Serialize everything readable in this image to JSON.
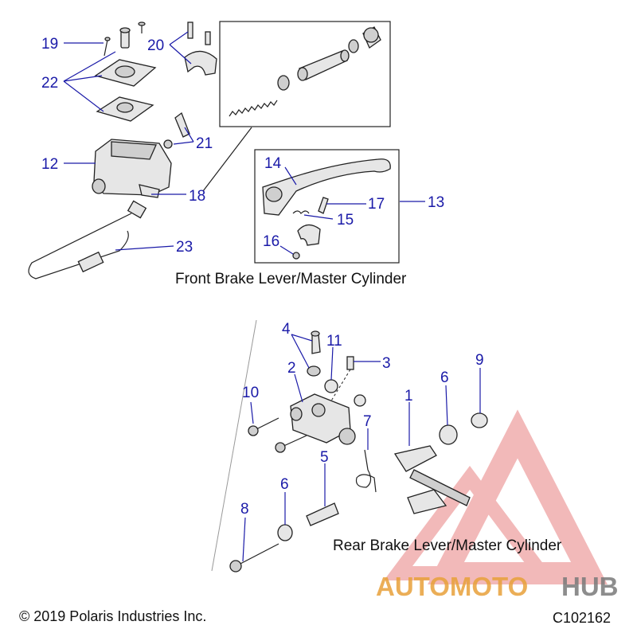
{
  "front_section": {
    "caption": "Front Brake Lever/Master Cylinder",
    "callouts": [
      "19",
      "22",
      "20",
      "12",
      "21",
      "18",
      "23",
      "14",
      "17",
      "13",
      "15",
      "16"
    ]
  },
  "rear_section": {
    "caption": "Rear Brake Lever/Master Cylinder",
    "callouts": [
      "4",
      "11",
      "3",
      "2",
      "10",
      "9",
      "6",
      "1",
      "7",
      "5",
      "6",
      "8"
    ]
  },
  "footer": {
    "copyright": "© 2019 Polaris Industries Inc.",
    "diagram_id": "C102162"
  },
  "watermark": {
    "brand_part1": "AUTOMOTO",
    "brand_part2": "HUB",
    "colors": {
      "primary": "#e8a13a",
      "secondary": "#f2b9b9",
      "hub": "#7a7a7a",
      "callout": "#1a1aa8"
    }
  }
}
